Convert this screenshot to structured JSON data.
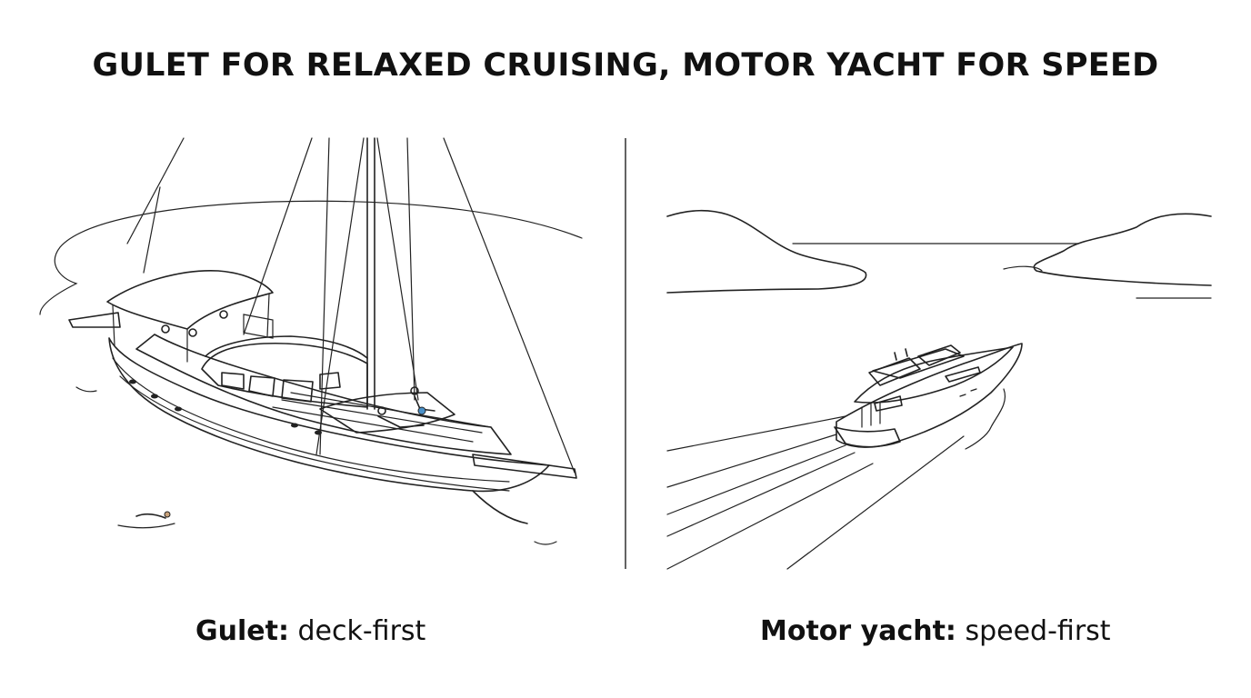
{
  "title": "GULET FOR RELAXED CRUISING, MOTOR YACHT FOR SPEED",
  "left_panel": {
    "caption_bold": "Gulet:",
    "caption_rest": " deck-first"
  },
  "right_panel": {
    "caption_bold": "Motor yacht:",
    "caption_rest": " speed-first"
  },
  "colors": {
    "ink": "#222222",
    "teak": "#c9a27a",
    "canopy": "#d9d9d9",
    "accent_blue": "#4a90c8"
  }
}
